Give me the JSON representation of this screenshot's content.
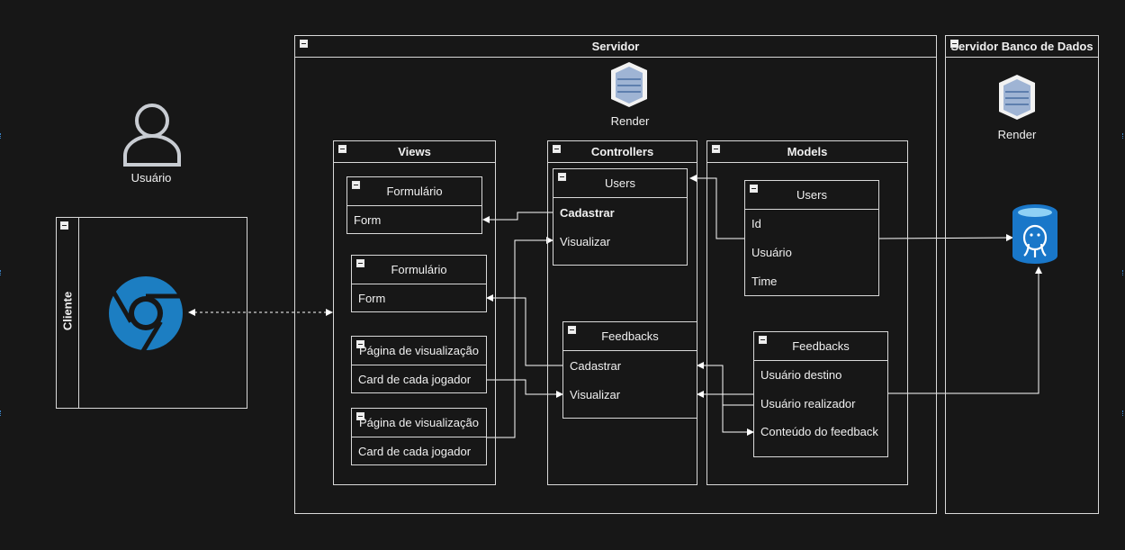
{
  "user": {
    "label": "Usuário"
  },
  "client": {
    "title": "Cliente"
  },
  "server": {
    "title": "Servidor",
    "host_label": "Render",
    "views": {
      "title": "Views",
      "form1": {
        "title": "Formulário",
        "rows": [
          "Form"
        ]
      },
      "form2": {
        "title": "Formulário",
        "rows": [
          "Form"
        ]
      },
      "page1": {
        "title": "Página de visualização",
        "rows": [
          "Card de cada jogador"
        ]
      },
      "page2": {
        "title": "Página de visualização",
        "rows": [
          "Card de cada jogador"
        ]
      }
    },
    "controllers": {
      "title": "Controllers",
      "users": {
        "title": "Users",
        "rows": [
          "Cadastrar",
          "Visualizar"
        ]
      },
      "feedbacks": {
        "title": "Feedbacks",
        "rows": [
          "Cadastrar",
          "Visualizar"
        ]
      }
    },
    "models": {
      "title": "Models",
      "users": {
        "title": "Users",
        "rows": [
          "Id",
          "Usuário",
          "Time"
        ]
      },
      "feedbacks": {
        "title": "Feedbacks",
        "rows": [
          "Usuário destino",
          "Usuário realizador",
          "Conteúdo do feedback"
        ]
      }
    }
  },
  "db_server": {
    "title": "Servidor Banco de Dados",
    "host_label": "Render"
  },
  "colors": {
    "background": "#171717",
    "stroke": "#d9d9d9",
    "chrome_blue": "#1c7ec2",
    "db_blue": "#1977c9"
  }
}
